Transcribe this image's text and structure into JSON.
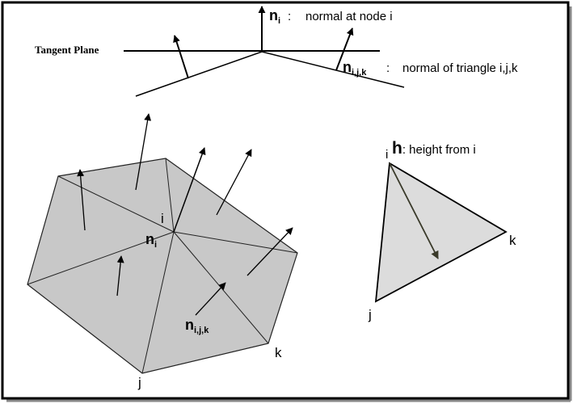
{
  "labels": {
    "tangent_plane": "Tangent Plane",
    "n_symbol": "n",
    "sub_i": "i",
    "sub_ijk": "i,j,k",
    "colon": ":",
    "normal_node_text": "normal at node i",
    "normal_triangle_text": "normal of triangle i,j,k",
    "h_symbol": "h",
    "height_text": ": height from i",
    "node_i": "i",
    "node_j": "j",
    "node_k": "k"
  },
  "colors": {
    "frame": "#000000",
    "mesh_fill": "#c8c8c8",
    "triangle_fill": "#dcdcdc",
    "height_arrow": "#3a3a2a",
    "stroke": "#000000"
  }
}
